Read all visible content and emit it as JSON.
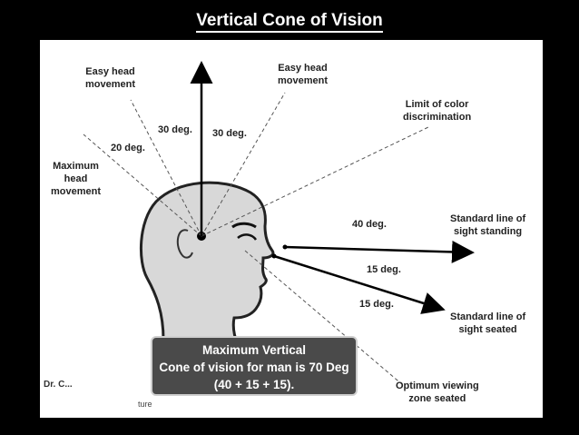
{
  "title": "Vertical Cone of Vision",
  "labels": {
    "easy_head_left": "Easy head\nmovement",
    "easy_head_right": "Easy head\nmovement",
    "max_head": "Maximum\nhead\nmovement",
    "deg_30_left": "30 deg.",
    "deg_30_right": "30 deg.",
    "deg_20": "20 deg.",
    "color_limit": "Limit of color\ndiscrimination",
    "deg_40": "40 deg.",
    "standard_standing": "Standard line of\nsight standing",
    "deg_15_a": "15 deg.",
    "deg_15_b": "15 deg.",
    "standard_seated": "Standard line of\nsight seated",
    "optimum": "Optimum viewing\nzone seated"
  },
  "callout": {
    "line1": "Maximum Vertical",
    "line2": "Cone of vision for man is 70 Deg",
    "line3": "(40 + 15 + 15)."
  },
  "footer": {
    "left": "Dr. C...",
    "bottom": "ture"
  }
}
